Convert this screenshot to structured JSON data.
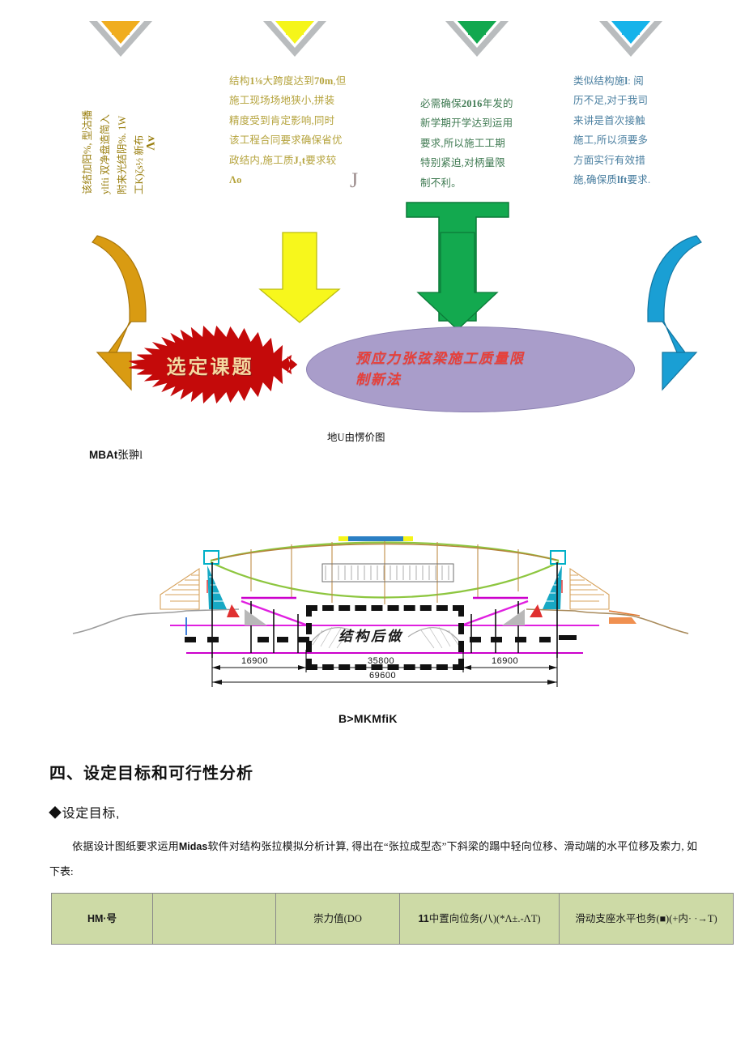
{
  "top_icons": [
    {
      "name": "chevron-1",
      "color": "#f0ad1f"
    },
    {
      "name": "chevron-2",
      "color": "#f5f51a"
    },
    {
      "name": "chevron-3",
      "color": "#12a84f"
    },
    {
      "name": "chevron-4",
      "color": "#16b3ea"
    }
  ],
  "blocks": {
    "b1": {
      "color": "#9a7f10",
      "lines": [
        "ylfti 双净盘造简入",
        "附来光结阴%. 1W",
        "工K)ζs½ 新布",
        "该结加阳%, 型沽播"
      ],
      "side_glyph": "Λv",
      "tail_glyph": ""
    },
    "b2": {
      "color": "#b5a33c",
      "lines": [
        "结构1⅛大跨度达到70m,但",
        "施工现场场地狭小,拼装",
        "精度受到肯定影响,同时",
        "该工程合同要求确保省优",
        "政结内,施工质J₁t要求较",
        "Λo"
      ],
      "bold_parts": [
        "1⅛",
        "70m",
        "J₁t"
      ],
      "tail_glyph": "J"
    },
    "b3": {
      "color": "#3f7a52",
      "lines": [
        "必需确保2016年发的",
        "新学期开学达到运用",
        "要求,所以施工工期",
        "特别紧迫,对柄量限",
        "制不利。"
      ],
      "bold_parts": [
        "2016"
      ]
    },
    "b4": {
      "color": "#4a7fa0",
      "lines": [
        "类似结构施l: 阅",
        "历不足,对于我司",
        "来讲是首次接触",
        "施工,所以须要多",
        "方面实行有效措",
        "施,确保质lft要求."
      ],
      "bold_parts": [
        "l:",
        "lft"
      ]
    }
  },
  "shapes": {
    "left_arrow_color": "#d99b12",
    "right_arrow_color": "#1a9fd4",
    "yellow_arrow_color": "#f7f71c",
    "green_arrow_color": "#13a94f",
    "burst_color": "#c40a0a",
    "burst_label": "选定课题",
    "ellipse_color": "#a99dca",
    "ellipse_label_line1": "预应力张弦梁施工质量限",
    "ellipse_label_line2": "制新法"
  },
  "captions": {
    "left_caption_bold": "MBAt",
    "left_caption_cjk": "张翀l",
    "right_caption": "地U由愣价图",
    "figure_caption": "B>MKMfiK"
  },
  "drawing": {
    "dash_label": "结构后做",
    "dims": [
      "16900",
      "35800",
      "16900"
    ],
    "total_dim": "69600"
  },
  "headings": {
    "section": "四、设定目标和可行性分析",
    "subsection": "◆设定目标,"
  },
  "paragraph": {
    "pre": "依据设计图纸要求运用",
    "bold": "Midas",
    "post": "软件对结构张拉模拟分析计算, 得出在“张拉成型态”下斜梁的蹋中轻向位移、滑动端的水平位移及索力, 如下表:"
  },
  "table": {
    "headers": [
      {
        "bold": "HM",
        "rest": "·号"
      },
      {
        "bold": "",
        "rest": ""
      },
      {
        "bold": "",
        "rest": "崇力值(DO"
      },
      {
        "bold": "11",
        "rest": "中置向位务(八)(*Λ±.-ΛT)"
      },
      {
        "bold": "",
        "rest": "滑动支座水平也务(■)(+内· ·→T)"
      }
    ],
    "header_bg": "#cddaa6"
  }
}
